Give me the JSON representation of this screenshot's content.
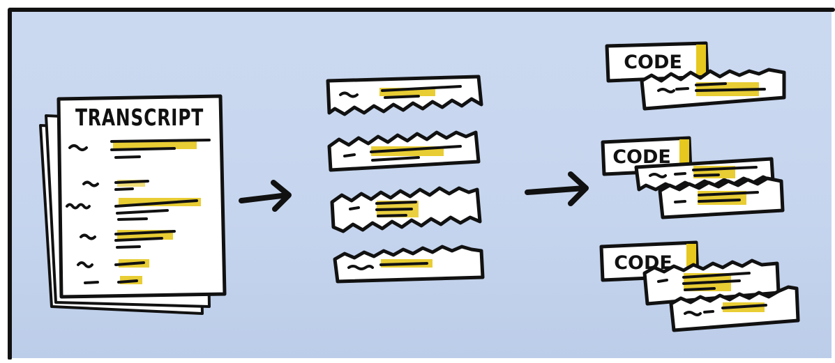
{
  "transcript": {
    "title": "TRANSCRIPT"
  },
  "code_labels": [
    "CODE",
    "CODE",
    "CODE"
  ],
  "colors": {
    "background": "#c7d6ee",
    "paper": "#ffffff",
    "ink": "#111111",
    "highlight": "#e6c81e"
  }
}
